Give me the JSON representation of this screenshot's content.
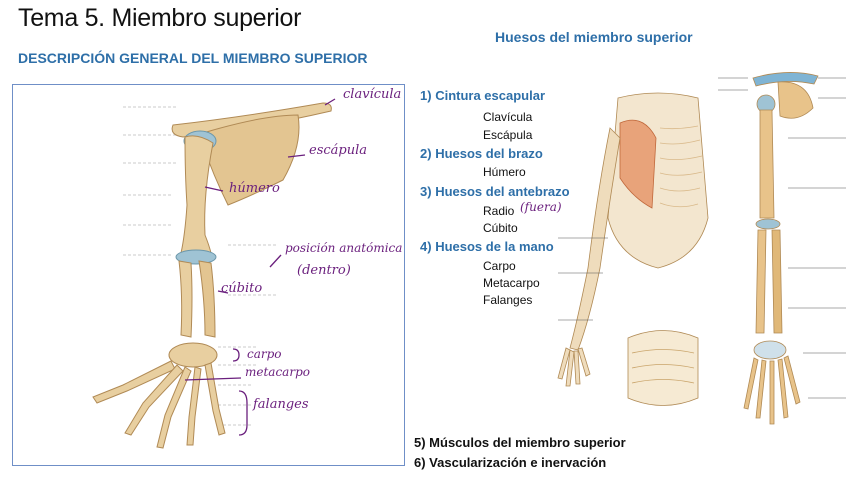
{
  "title": "Tema 5. Miembro superior",
  "subtitle": "DESCRIPCIÓN GENERAL DEL MIEMBRO SUPERIOR",
  "right_title": "Huesos del miembro superior",
  "outline": [
    {
      "num": "1)",
      "label": "Cintura escapular",
      "items": [
        "Clavícula",
        "Escápula"
      ]
    },
    {
      "num": "2)",
      "label": "Huesos del brazo",
      "items": [
        "Húmero"
      ]
    },
    {
      "num": "3)",
      "label": "Huesos del antebrazo",
      "items": [
        "Radio",
        "Cúbito"
      ]
    },
    {
      "num": "4)",
      "label": "Huesos de la mano",
      "items": [
        "Carpo",
        "Metacarpo",
        "Falanges"
      ]
    }
  ],
  "bottom_items": [
    "5) Músculos del miembro superior",
    "6) Vascularización e inervación"
  ],
  "handwritten": {
    "clavicula": "clavícula",
    "escapula": "escápula",
    "humero": "húmero",
    "posicion": "posición anatómica",
    "dentro": "(dentro)",
    "cubito": "cúbito",
    "carpo": "carpo",
    "metacarpo": "metacarpo",
    "falanges": "falanges",
    "radio_note": "(fuera)"
  },
  "colors": {
    "accent": "#2e6fa8",
    "handwriting": "#6a1f7d",
    "bone": "#e8cfa0",
    "bone_shadow": "#c9a46a",
    "cartilage": "#9fc3d4",
    "panel_border": "#6f8fc7"
  }
}
